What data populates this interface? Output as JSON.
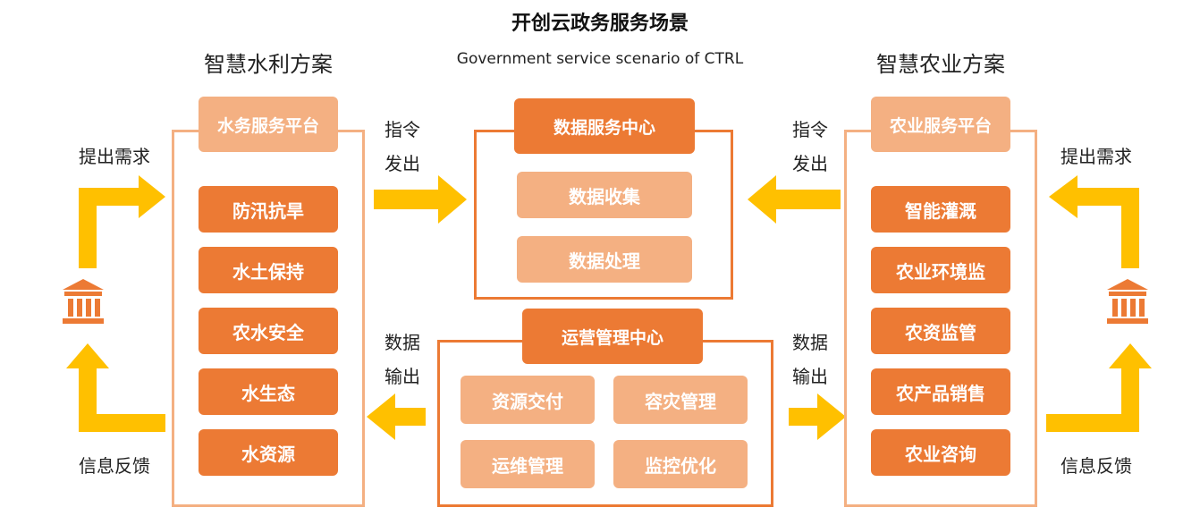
{
  "header": {
    "title": "开创云政务服务场景",
    "subtitle": "Government service scenario of CTRL"
  },
  "left": {
    "section_title": "智慧水利方案",
    "platform": "水务服务平台",
    "items": [
      "防汛抗旱",
      "水土保持",
      "农水安全",
      "水生态",
      "水资源"
    ],
    "request_label": "提出需求",
    "feedback_label": "信息反馈"
  },
  "right": {
    "section_title": "智慧农业方案",
    "platform": "农业服务平台",
    "items": [
      "智能灌溉",
      "农业环境监",
      "农资监管",
      "农产品销售",
      "农业咨询"
    ],
    "request_label": "提出需求",
    "feedback_label": "信息反馈"
  },
  "center": {
    "data_center": {
      "title": "数据服务中心",
      "items": [
        "数据收集",
        "数据处理"
      ]
    },
    "ops_center": {
      "title": "运营管理中心",
      "items": [
        "资源交付",
        "容灾管理",
        "运维管理",
        "监控优化"
      ]
    }
  },
  "arrows": {
    "left_cmd": [
      "指令",
      "发出"
    ],
    "right_cmd": [
      "指令",
      "发出"
    ],
    "left_out": [
      "数据",
      "输出"
    ],
    "right_out": [
      "数据",
      "输出"
    ]
  },
  "icons": {
    "government": "government-building-icon"
  },
  "colors": {
    "orange_dark": "#ec7a34",
    "orange_light": "#f4b082",
    "arrow_yellow": "#ffc000"
  }
}
